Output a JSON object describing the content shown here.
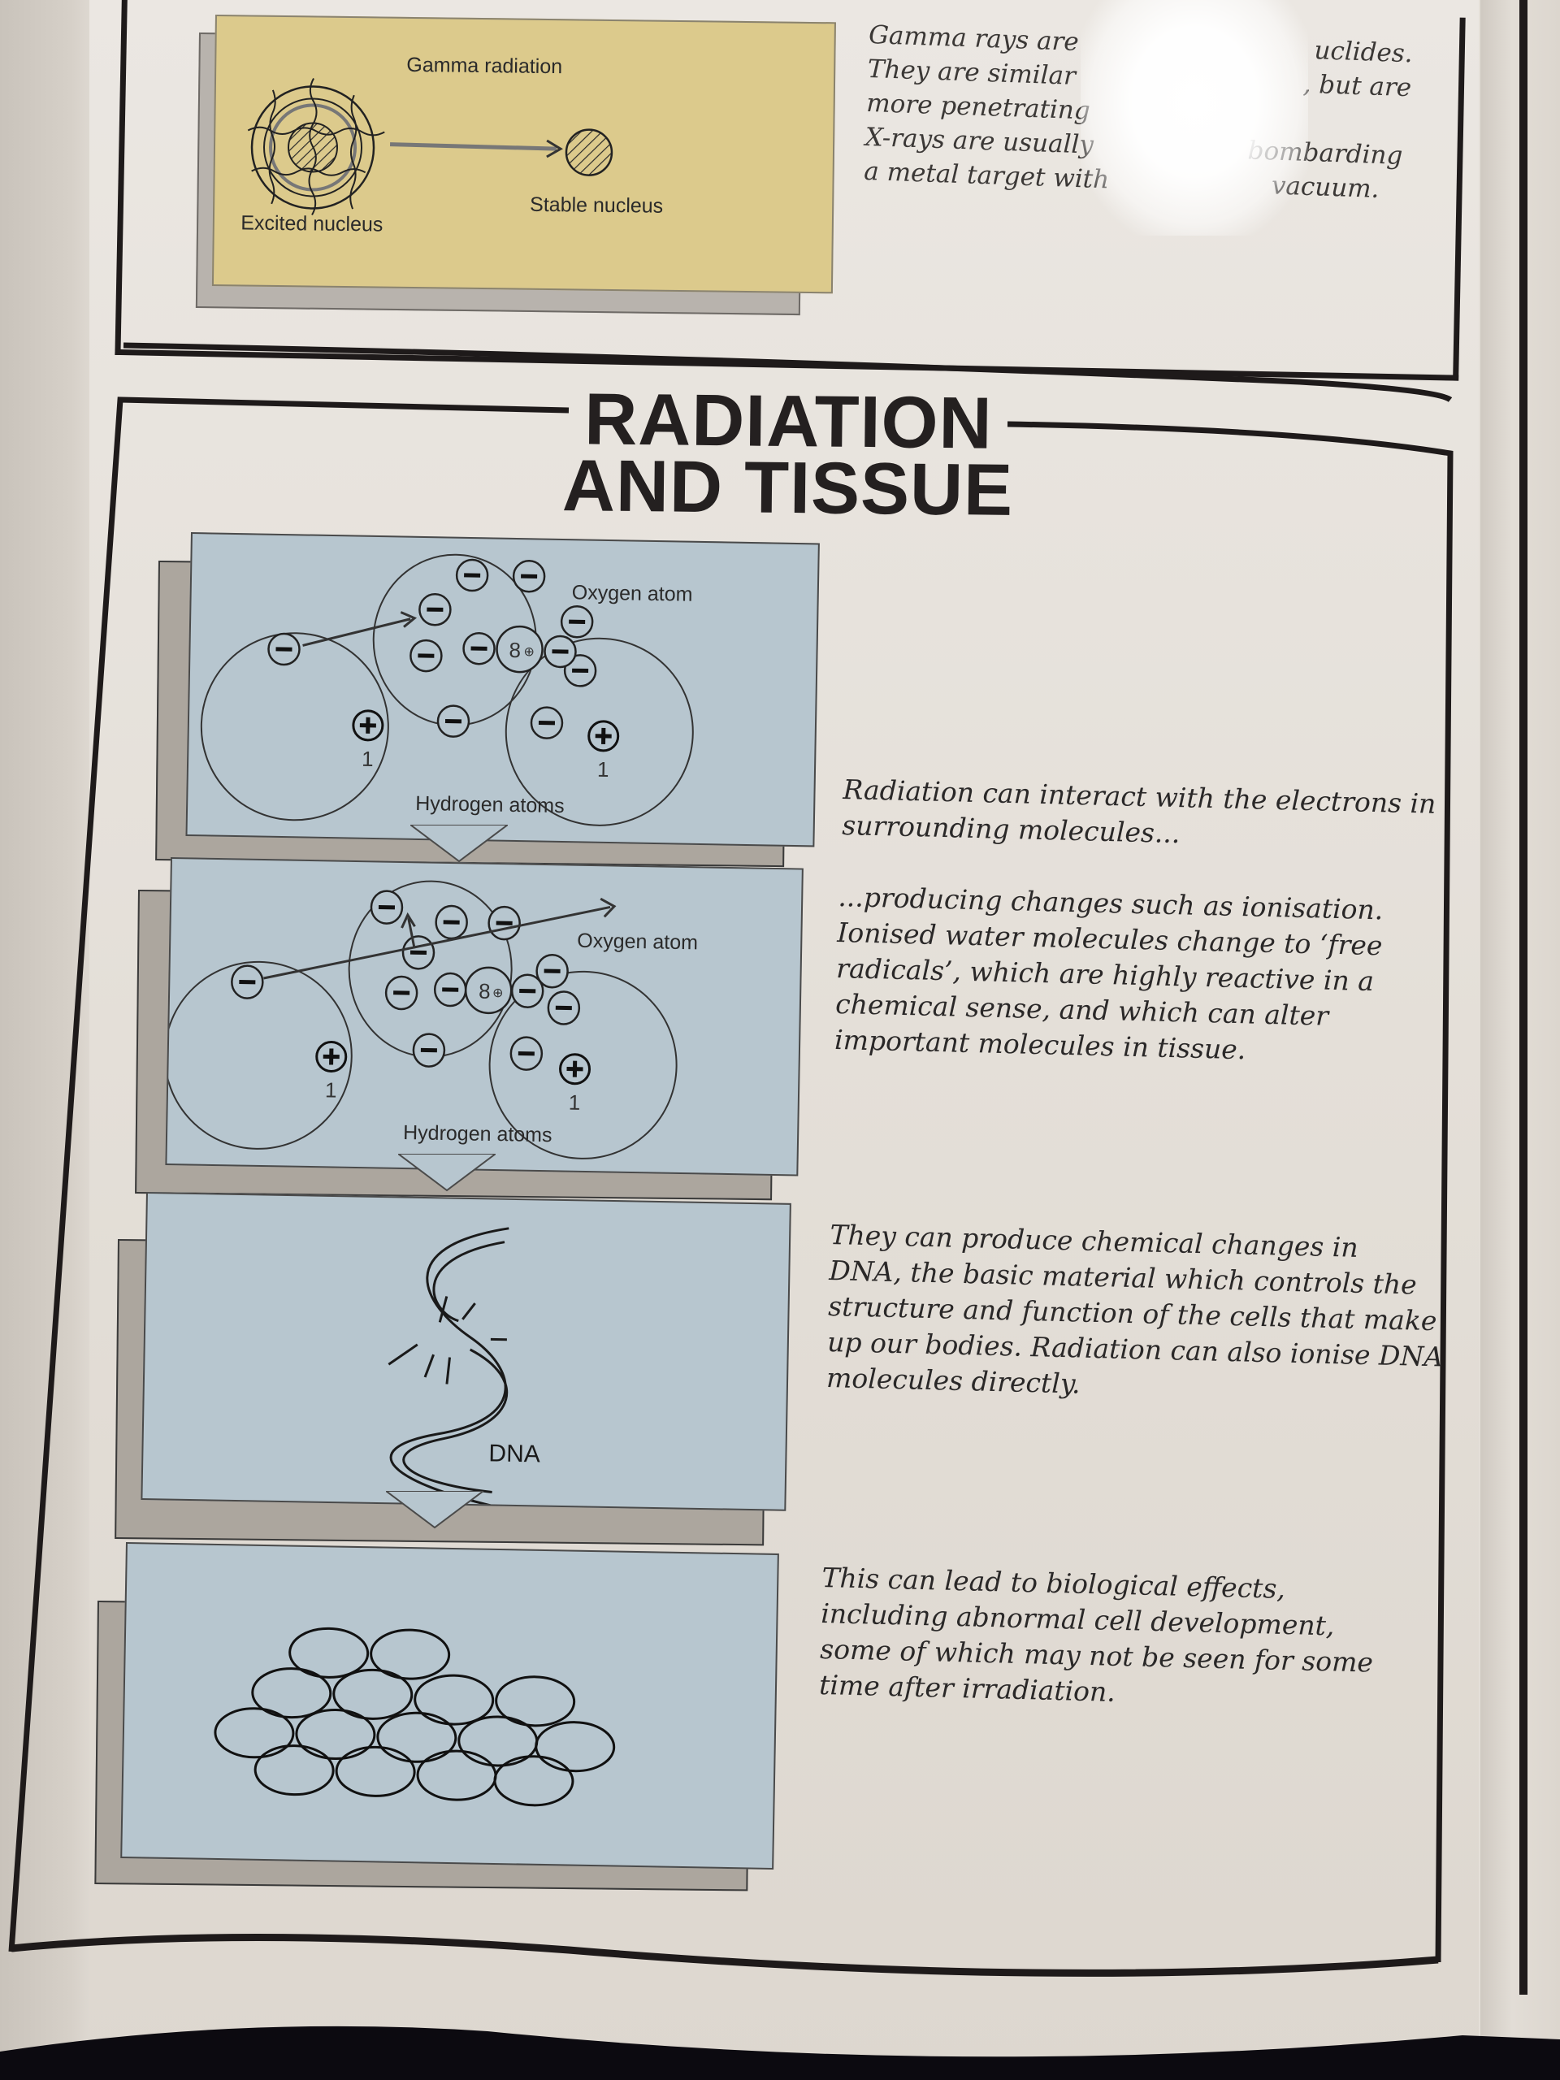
{
  "top_section": {
    "diagram": {
      "title": "Gamma radiation",
      "left_label": "Excited nucleus",
      "right_label": "Stable nucleus",
      "background_color": "#dcca8c"
    },
    "text_visible_fragments": [
      "Gamma rays are",
      "They are similar",
      "more penetrating",
      "X-rays are usually",
      "a metal target with",
      "uclides.",
      ", but are",
      "bombarding",
      "vacuum."
    ],
    "text_note": "central portion obscured by glare"
  },
  "main_section": {
    "title_line1": "RADIATION",
    "title_line2": "AND TISSUE",
    "panel_color": "#b7c6cf",
    "steps": [
      {
        "diagram": {
          "type": "water-molecule-incoming-electron",
          "oxygen_label": "Oxygen atom",
          "hydrogen_label": "Hydrogen atoms",
          "oxygen_nucleus": "8",
          "hydrogen_numbers": [
            "1",
            "1"
          ]
        },
        "text_lines": [
          "Radiation can interact with the electrons in",
          "surrounding molecules..."
        ]
      },
      {
        "diagram": {
          "type": "water-molecule-ionised",
          "oxygen_label": "Oxygen atom",
          "hydrogen_label": "Hydrogen atoms",
          "oxygen_nucleus": "8",
          "hydrogen_numbers": [
            "1",
            "1"
          ]
        },
        "text_lines": [
          "...producing changes such as ionisation.",
          "Ionised water molecules change to ‘free",
          "radicals’, which are highly reactive in a",
          "chemical sense, and which can alter",
          "important molecules in tissue."
        ]
      },
      {
        "diagram": {
          "type": "dna-strand-damage",
          "label": "DNA"
        },
        "text_lines": [
          "They can produce chemical changes in",
          "DNA, the basic material which controls the",
          "structure and function of the cells that make",
          "up our bodies. Radiation can also ionise DNA",
          "molecules directly."
        ]
      },
      {
        "diagram": {
          "type": "cell-cluster",
          "cell_count": 15
        },
        "text_lines": [
          "This can lead to biological effects,",
          "including abnormal cell development,",
          "some of which may not be seen for some",
          "time after irradiation."
        ]
      }
    ]
  }
}
